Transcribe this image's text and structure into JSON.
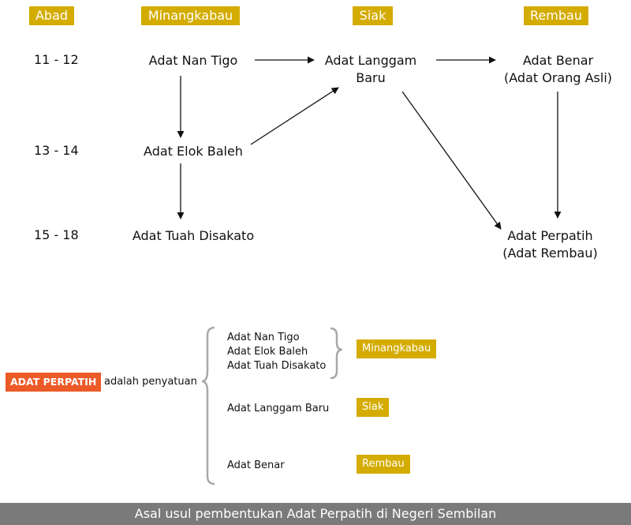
{
  "headers": {
    "abad": "Abad",
    "minangkabau": "Minangkabau",
    "siak": "Siak",
    "rembau": "Rembau"
  },
  "eras": [
    "11 - 12",
    "13 - 14",
    "15 - 18"
  ],
  "nodes": {
    "nan_tigo": "Adat Nan Tigo",
    "elok_baleh": "Adat Elok Baleh",
    "tuah_disakato": "Adat Tuah Disakato",
    "langgam_baru_l1": "Adat Langgam",
    "langgam_baru_l2": "Baru",
    "benar_l1": "Adat Benar",
    "benar_l2": "(Adat Orang Asli)",
    "perpatih_l1": "Adat Perpatih",
    "perpatih_l2": "(Adat Rembau)"
  },
  "summary": {
    "badge": "ADAT PERPATIH",
    "text": "adalah penyatuan",
    "group1": [
      "Adat Nan Tigo",
      "Adat Elok Baleh",
      "Adat Tuah Disakato"
    ],
    "group1_tag": "Minangkabau",
    "group2": "Adat Langgam Baru",
    "group2_tag": "Siak",
    "group3": "Adat Benar",
    "group3_tag": "Rembau"
  },
  "footer": "Asal usul pembentukan Adat Perpatih di Negeri Sembilan",
  "colors": {
    "gold": "#d4ac00",
    "orange": "#ec5a28",
    "footer_gray": "#7a7a7a"
  }
}
